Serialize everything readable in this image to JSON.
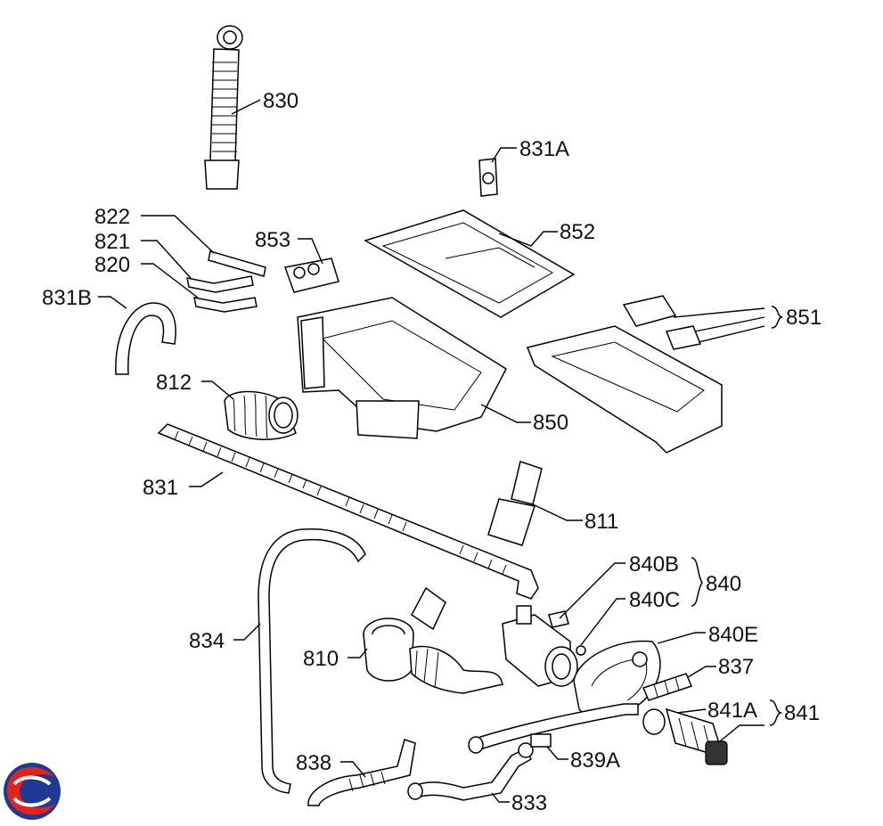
{
  "labels": {
    "p830": "830",
    "p831A": "831A",
    "p822": "822",
    "p821": "821",
    "p820": "820",
    "p853": "853",
    "p852": "852",
    "p831B": "831B",
    "p851": "851",
    "p812": "812",
    "p850": "850",
    "p831": "831",
    "p811": "811",
    "p840B": "840B",
    "p840": "840",
    "p840C": "840C",
    "p834": "834",
    "p810": "810",
    "p840E": "840E",
    "p837": "837",
    "p841A": "841A",
    "p841": "841",
    "p838": "838",
    "p839A": "839A",
    "p833": "833"
  },
  "logo": {
    "colors": [
      "#1f3a93",
      "#e2231a"
    ]
  }
}
